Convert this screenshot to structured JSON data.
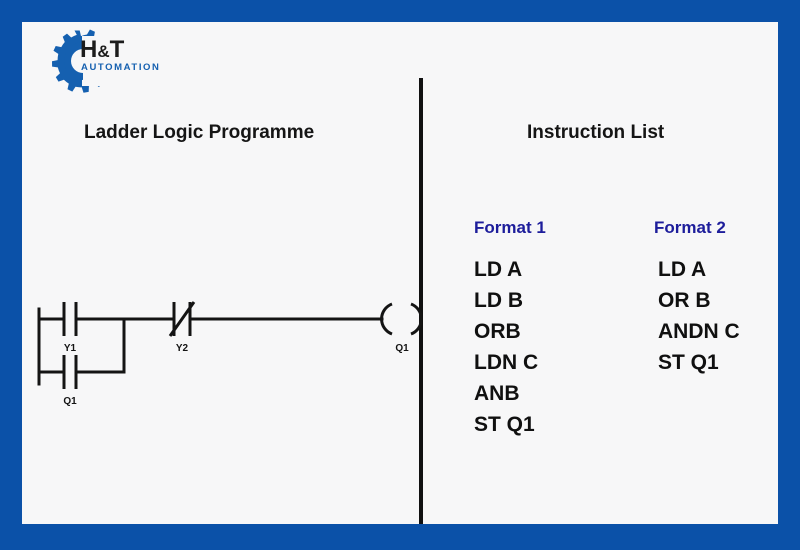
{
  "frame": {
    "border_color": "#0b51a8",
    "canvas_color": "#f7f7f8"
  },
  "logo": {
    "name": "h-and-t-automation-logo",
    "wordmark": "H",
    "ampersand": "&",
    "wordmark_2": "T",
    "subtitle": "AUTOMATION",
    "gear_color": "#1560b0",
    "text_color": "#1c1c1c"
  },
  "headings": {
    "ladder": "Ladder Logic Programme",
    "instruction_list": "Instruction List"
  },
  "ladder": {
    "contacts": [
      {
        "label": "Y1",
        "type": "normally-open",
        "branch": "top"
      },
      {
        "label": "Q1",
        "type": "normally-open",
        "branch": "bottom"
      },
      {
        "label": "Y2",
        "type": "normally-closed",
        "branch": "series"
      }
    ],
    "coil": {
      "label": "Q1",
      "symbol": "( )"
    }
  },
  "instruction_lists": [
    {
      "title": "Format 1",
      "title_color": "#1d1d9b",
      "instructions": [
        "LD A",
        "LD B",
        "ORB",
        "LDN C",
        "ANB",
        "ST Q1"
      ]
    },
    {
      "title": "Format 2",
      "title_color": "#1d1d9b",
      "instructions": [
        "LD A",
        "OR B",
        "ANDN C",
        "ST Q1"
      ]
    }
  ]
}
